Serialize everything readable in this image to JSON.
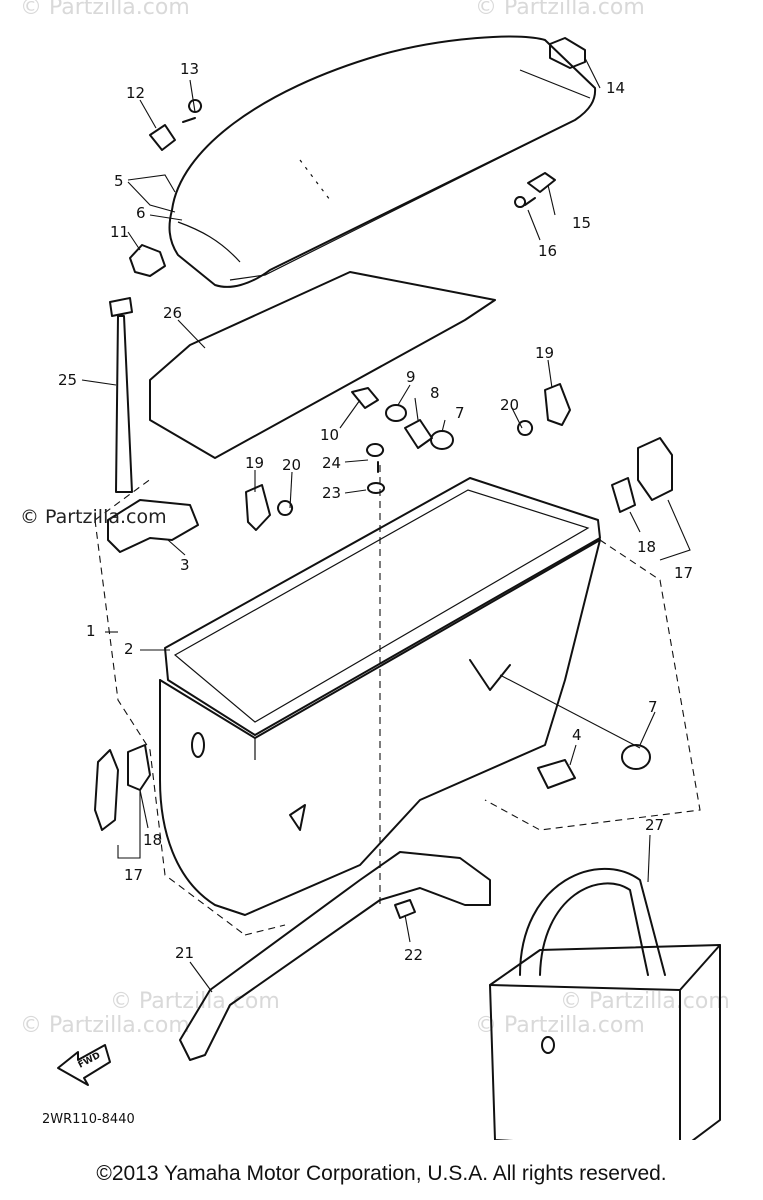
{
  "diagram": {
    "labels": {
      "n1": "1",
      "n2": "2",
      "n3": "3",
      "n4": "4",
      "n5": "5",
      "n6": "6",
      "n7a": "7",
      "n7b": "7",
      "n8": "8",
      "n9": "9",
      "n10": "10",
      "n11": "11",
      "n12": "12",
      "n13": "13",
      "n14": "14",
      "n15": "15",
      "n16": "16",
      "n17a": "17",
      "n17b": "17",
      "n18a": "18",
      "n18b": "18",
      "n19a": "19",
      "n19b": "19",
      "n20a": "20",
      "n20b": "20",
      "n21": "21",
      "n22": "22",
      "n23": "23",
      "n24": "24",
      "n25": "25",
      "n26": "26",
      "n27": "27"
    },
    "fwd": "FWD",
    "part_code": "2WR110-8440"
  },
  "watermarks": {
    "main": "© Partzilla.com",
    "faint": "© Partzilla.com"
  },
  "footer": {
    "copyright": "©2013  Yamaha Motor Corporation, U.S.A. All rights reserved."
  },
  "colors": {
    "line": "#111111",
    "watermark": "#d9d9d9",
    "background": "#ffffff"
  }
}
